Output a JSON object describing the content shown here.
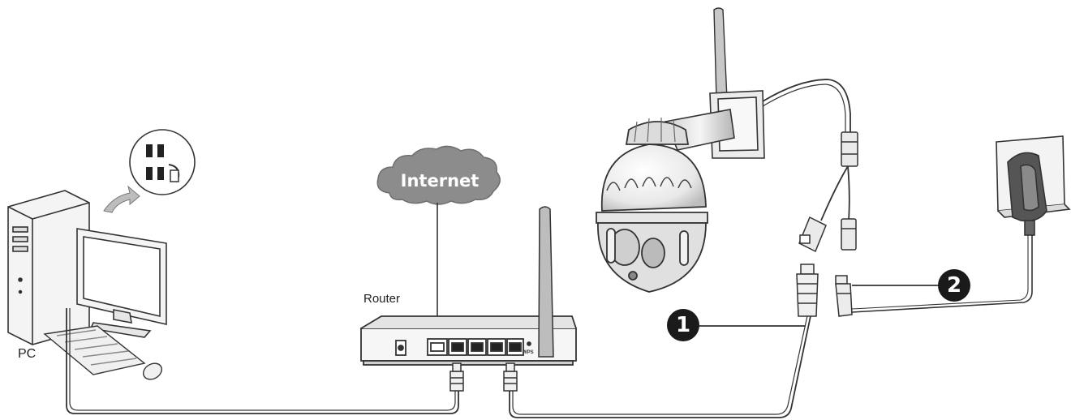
{
  "labels": {
    "pc": "PC",
    "router": "Router",
    "internet": "Internet",
    "wps": "WPS"
  },
  "steps": [
    {
      "number": "1"
    },
    {
      "number": "2"
    }
  ],
  "colors": {
    "line": "#333333",
    "cloud": "#8c8c8c",
    "badge": "#1a1a1a"
  }
}
